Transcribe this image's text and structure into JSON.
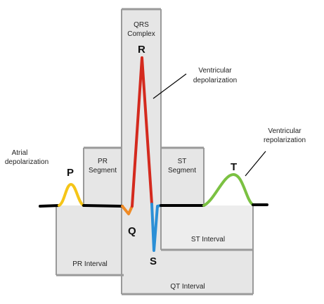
{
  "diagram": {
    "qrs_complex": [
      "QRS",
      "Complex"
    ],
    "pr_segment": [
      "PR",
      "Segment"
    ],
    "st_segment": [
      "ST",
      "Segment"
    ],
    "pr_interval": "PR Interval",
    "st_interval": "ST Interval",
    "qt_interval": "QT Interval",
    "atrial_depolarization": [
      "Atrial",
      "depolarization"
    ],
    "ventricular_depolarization": [
      "Ventricular",
      "depolarization"
    ],
    "ventricular_repolarization": [
      "Ventricular",
      "repolarization"
    ],
    "wave_p": "P",
    "wave_q": "Q",
    "wave_r": "R",
    "wave_s": "S",
    "wave_t": "T"
  },
  "colors": {
    "p_wave": "#f5c518",
    "q_wave": "#f08a24",
    "r_wave": "#d42a1e",
    "s_wave": "#2b8fd6",
    "t_wave": "#7bc142",
    "baseline": "#000000",
    "box_fill": "#e6e6e6",
    "box_border": "#9a9a9a"
  }
}
